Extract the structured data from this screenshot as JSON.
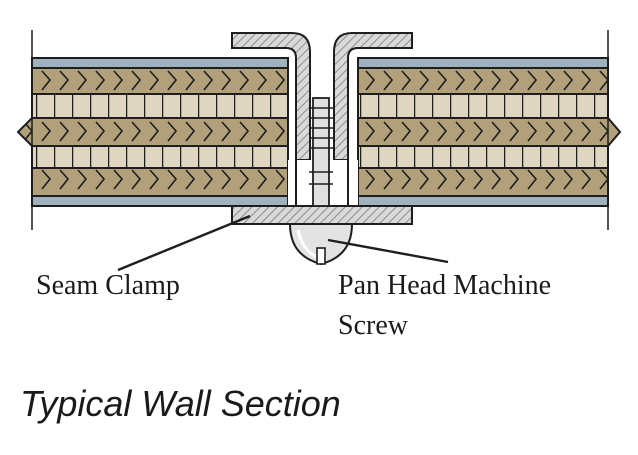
{
  "labels": {
    "seam_clamp": "Seam Clamp",
    "screw_line1": "Pan Head Machine",
    "screw_line2": "Screw"
  },
  "caption": "Typical Wall Section",
  "colors": {
    "outline": "#1e1e1e",
    "skin": "#9fb2bd",
    "dark_core": "#b1a07a",
    "light_core": "#ded6c0",
    "metal": "#d6d6d6",
    "hatch": "#7a7a7a"
  }
}
